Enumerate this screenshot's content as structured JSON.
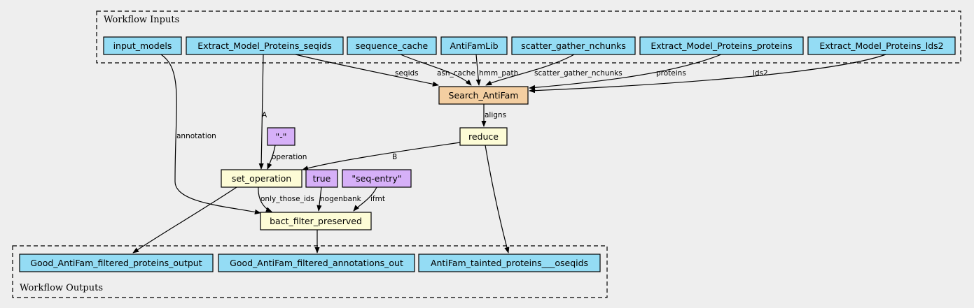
{
  "clusters": {
    "inputs": {
      "label": "Workflow Inputs"
    },
    "outputs": {
      "label": "Workflow Outputs"
    }
  },
  "colors": {
    "io": "#94dcf4",
    "step": "#fdfcd6",
    "tool": "#f3cea1",
    "constant": "#d6b0f8",
    "background": "#eeeeee"
  },
  "nodes": {
    "input_models": "input_models",
    "extract_seqids": "Extract_Model_Proteins_seqids",
    "sequence_cache": "sequence_cache",
    "antifamlib": "AntiFamLib",
    "scatter_gather_nchunks": "scatter_gather_nchunks",
    "extract_proteins": "Extract_Model_Proteins_proteins",
    "extract_lds2": "Extract_Model_Proteins_lds2",
    "search_antifam": "Search_AntiFam",
    "reduce": "reduce",
    "dash_const": "\"-\"",
    "set_operation": "set_operation",
    "true_const": "true",
    "seq_entry_const": "\"seq-entry\"",
    "bact_filter_preserved": "bact_filter_preserved",
    "good_proteins_output": "Good_AntiFam_filtered_proteins_output",
    "good_annotations_out": "Good_AntiFam_filtered_annotations_out",
    "tainted_proteins": "AntiFam_tainted_proteins___oseqids"
  },
  "edge_labels": {
    "seqids": "seqids",
    "asn_cache": "asn_cache",
    "hmm_path": "hmm_path",
    "scatter_gather_nchunks": "scatter_gather_nchunks",
    "proteins": "proteins",
    "lds2": "lds2",
    "aligns": "aligns",
    "a": "A",
    "b": "B",
    "annotation": "annotation",
    "operation": "operation",
    "only_those_ids": "only_those_ids",
    "nogenbank": "nogenbank",
    "ifmt": "ifmt"
  }
}
